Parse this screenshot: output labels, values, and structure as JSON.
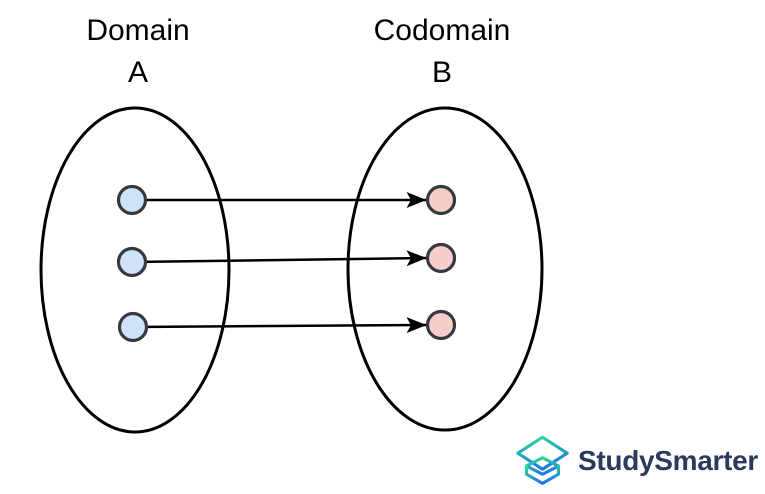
{
  "diagram": {
    "type": "function-mapping",
    "domain": {
      "label": "Domain",
      "set_name": "A",
      "element_count": 3,
      "dot_fill": "#cfe3f8",
      "dot_stroke": "#36393d"
    },
    "codomain": {
      "label": "Codomain",
      "set_name": "B",
      "element_count": 3,
      "dot_fill": "#f8cecc",
      "dot_stroke": "#36393d"
    },
    "mappings": [
      {
        "from": 0,
        "to": 0
      },
      {
        "from": 1,
        "to": 1
      },
      {
        "from": 2,
        "to": 2
      }
    ],
    "ellipse_stroke": "#000000",
    "arrow_color": "#000000"
  },
  "branding": {
    "logo_text": "StudySmarter",
    "logo_text_color": "#2b3a5c",
    "logo_gradient_start": "#2ee08f",
    "logo_gradient_end": "#1f7ae0"
  }
}
